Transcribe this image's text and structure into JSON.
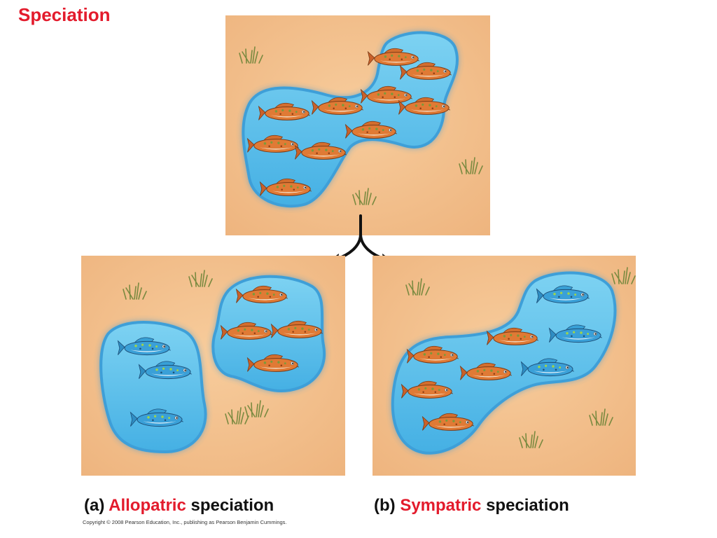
{
  "title": "Speciation",
  "captions": {
    "a": {
      "letter": "(a)",
      "highlight": "Allopatric",
      "rest": "speciation"
    },
    "b": {
      "letter": "(b)",
      "highlight": "Sympatric",
      "rest": "speciation"
    }
  },
  "copyright": "Copyright © 2008 Pearson Education, Inc., publishing as Pearson Benjamin Cummings.",
  "colors": {
    "title": "#e31b2c",
    "ground": "#f2bd8a",
    "pond": "#5cc0ea",
    "pond_edge": "#3a9ad6",
    "orange_fish": "#e07a35",
    "blue_fish": "#3aa0d8",
    "grass": "#7a8a40"
  },
  "icons": [
    "orange-fish-icon",
    "blue-fish-icon",
    "grass-tuft-icon",
    "split-arrow-icon"
  ]
}
